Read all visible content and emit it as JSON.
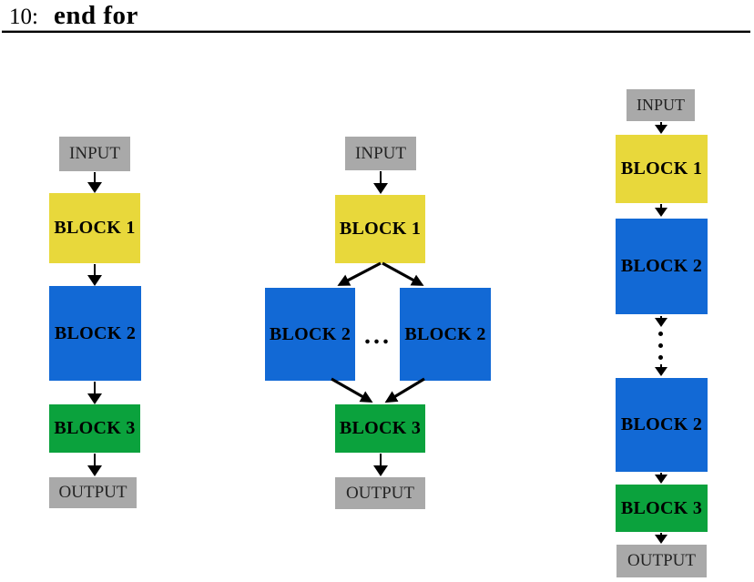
{
  "header": {
    "line_number": "10:",
    "line_text": "end for"
  },
  "labels": {
    "input": "INPUT",
    "block1": "BLOCK 1",
    "block2": "BLOCK 2",
    "block3": "BLOCK 3",
    "output": "OUTPUT",
    "ellipsis": "..."
  },
  "colors": {
    "io-gray": "#a9a9a9",
    "block1-yellow": "#e8d83b",
    "block2-blue": "#1269d5",
    "block3-green": "#0ba23d",
    "arrow-black": "#000000"
  }
}
